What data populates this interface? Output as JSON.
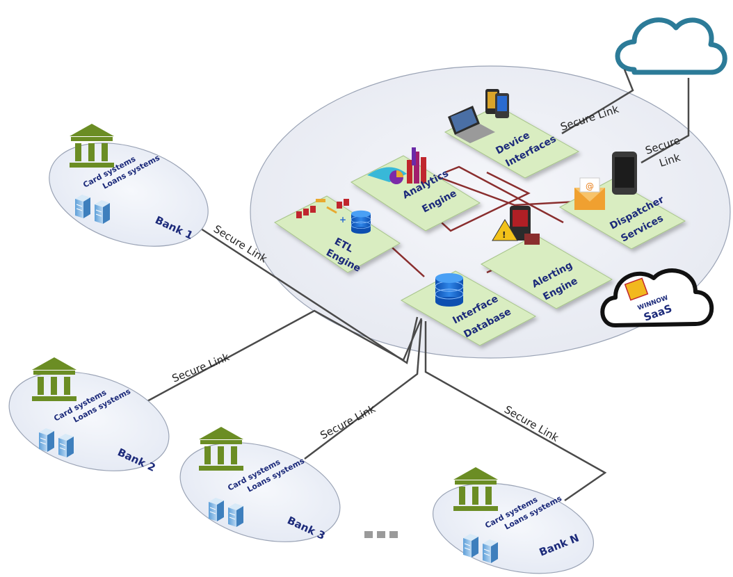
{
  "links": {
    "secure_link": "Secure Link",
    "secure_word": "Secure",
    "link_word": "Link"
  },
  "banks": [
    {
      "name": "Bank 1",
      "card": "Card systems",
      "loans": "Loans systems"
    },
    {
      "name": "Bank 2",
      "card": "Card systems",
      "loans": "Loans systems"
    },
    {
      "name": "Bank 3",
      "card": "Card systems",
      "loans": "Loans systems"
    },
    {
      "name": "Bank N",
      "card": "Card systems",
      "loans": "Loans systems"
    }
  ],
  "modules": {
    "etl": {
      "line1": "ETL",
      "line2": "Engine"
    },
    "analytics": {
      "line1": "Analytics",
      "line2": "Engine"
    },
    "device": {
      "line1": "Device",
      "line2": "Interfaces"
    },
    "dispatcher": {
      "line1": "Dispatcher",
      "line2": "Services"
    },
    "alerting": {
      "line1": "Alerting",
      "line2": "Engine"
    },
    "database": {
      "line1": "Interface",
      "line2": "Database"
    }
  },
  "saas": {
    "brand": "WINNOW",
    "label": "SaaS"
  },
  "icons": [
    "cloud-icon",
    "bank-building-icon",
    "server-icon",
    "laptop-icon",
    "smartphone-icon",
    "mail-icon",
    "database-icon",
    "chart-icon",
    "alert-icon",
    "ellipsis-squares-icon"
  ],
  "colors": {
    "platform": "#eef1f7",
    "module": "#d9edc1",
    "bank_building": "#6b8d24",
    "cloud_stroke": "#2c7b98",
    "text": "#1c2a7a",
    "link_dark": "#4a4a4a",
    "link_red": "#8a2e2e"
  }
}
